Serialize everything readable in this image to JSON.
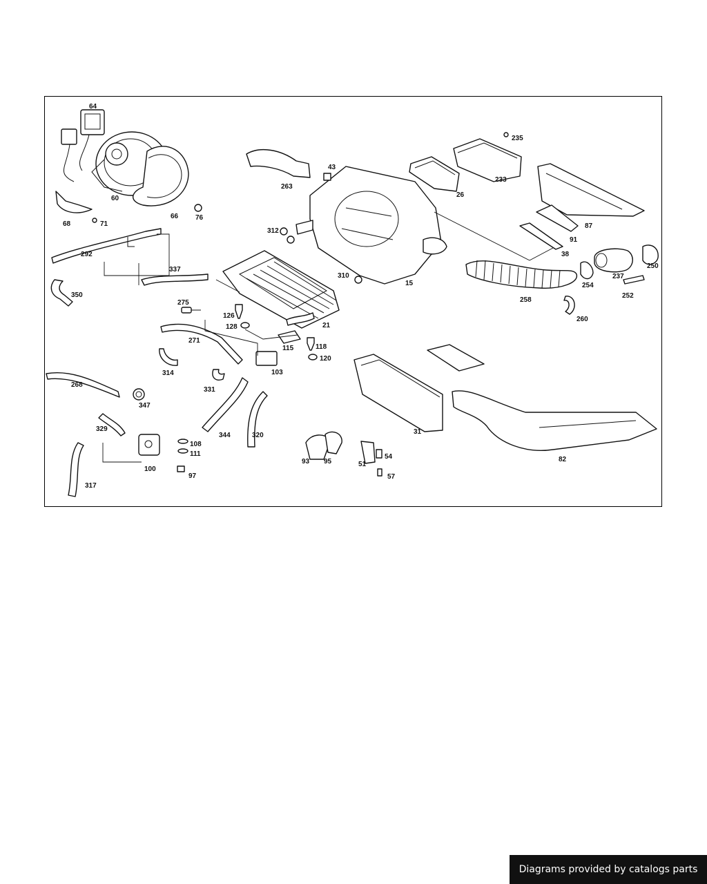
{
  "diagram": {
    "callouts": [
      "64",
      "60",
      "66",
      "76",
      "68",
      "71",
      "292",
      "337",
      "350",
      "263",
      "43",
      "312",
      "26",
      "233",
      "235",
      "87",
      "91",
      "38",
      "250",
      "254",
      "237",
      "252",
      "258",
      "260",
      "15",
      "310",
      "275",
      "126",
      "128",
      "21",
      "271",
      "115",
      "118",
      "120",
      "314",
      "331",
      "103",
      "268",
      "347",
      "329",
      "108",
      "111",
      "100",
      "97",
      "317",
      "344",
      "320",
      "93",
      "95",
      "51",
      "54",
      "57",
      "31",
      "82"
    ]
  },
  "footer": {
    "credit": "Diagrams provided by catalogs parts"
  }
}
